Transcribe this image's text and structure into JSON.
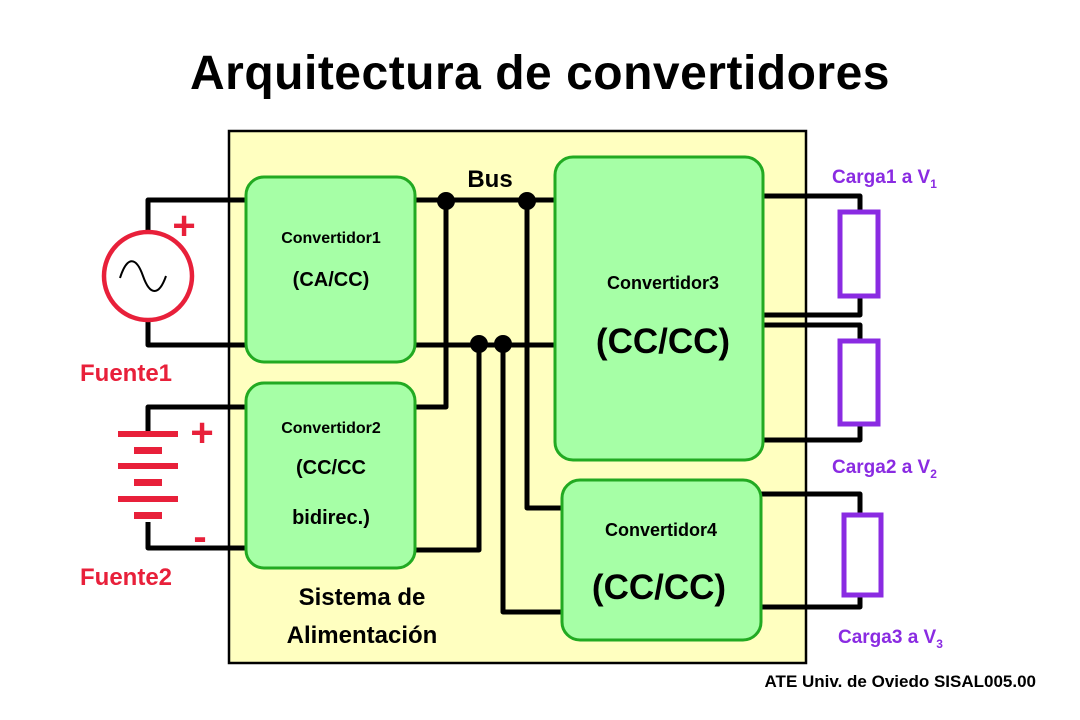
{
  "title": "Arquitectura de convertidores",
  "bus_label": "Bus",
  "system_label": [
    "Sistema de",
    "Alimentación"
  ],
  "converters": [
    {
      "name": "Convertidor1",
      "type": [
        "(CA/CC)"
      ]
    },
    {
      "name": "Convertidor2",
      "type": [
        "(CC/CC",
        "bidirec.)"
      ]
    },
    {
      "name": "Convertidor3",
      "type": [
        "(CC/CC)"
      ]
    },
    {
      "name": "Convertidor4",
      "type": [
        "(CC/CC)"
      ]
    }
  ],
  "sources": [
    {
      "label": "Fuente1",
      "plus": "+"
    },
    {
      "label": "Fuente2",
      "plus": "+",
      "minus": "-"
    }
  ],
  "loads": [
    {
      "label": "Carga1 a V",
      "sub": "1"
    },
    {
      "label": "Carga2 a V",
      "sub": "2"
    },
    {
      "label": "Carga3 a V",
      "sub": "3"
    }
  ],
  "footer": "ATE Univ. de Oviedo SISAL005.00",
  "colors": {
    "system_fill": "#ffffc0",
    "converter_fill": "#a6ffa6",
    "converter_stroke": "#22aa22",
    "source_red": "#e8203a",
    "load_purple": "#8a2be2"
  }
}
